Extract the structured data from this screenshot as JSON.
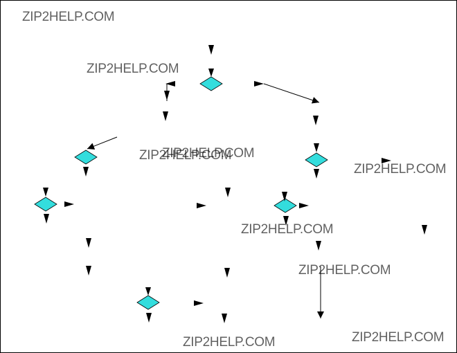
{
  "diagram": {
    "colors": {
      "decision_fill": "#33dddd",
      "line": "#000000"
    },
    "watermarks": [
      "ZIP2HELP.COM",
      "ZIP2HELP.COM",
      "ZIP2HELP.COM",
      "ZIP2HELP.COM",
      "ZIP2HELP.COM",
      "ZIP2HELP.COM",
      "ZIP2HELP.COM",
      "ZIP2HELP.COM",
      "ZIP2HELP.COM"
    ]
  }
}
